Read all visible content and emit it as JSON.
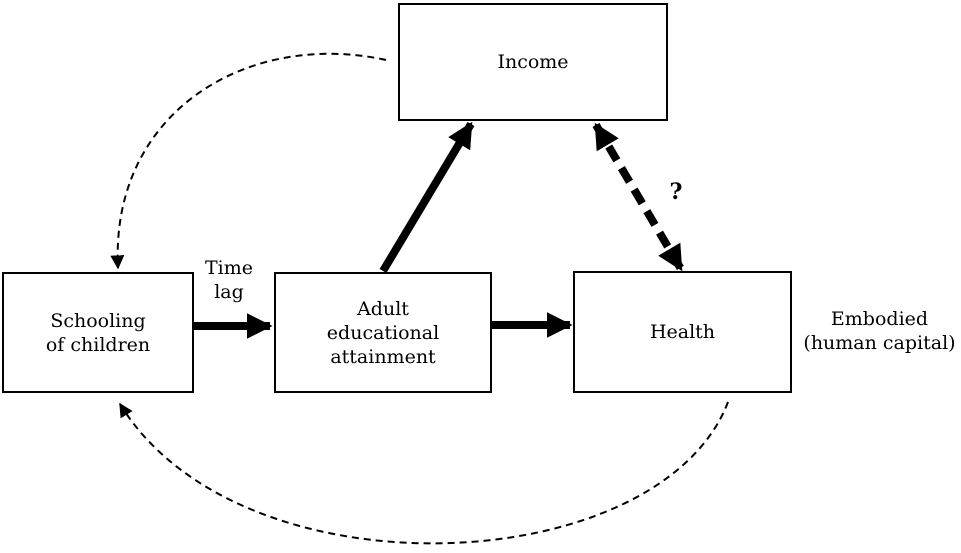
{
  "nodes": {
    "income": {
      "label": "Income"
    },
    "schooling": {
      "label": "Schooling\nof children"
    },
    "adult": {
      "label": "Adult\neducational\nattainment"
    },
    "health": {
      "label": "Health"
    }
  },
  "annotations": {
    "time_lag": "Time\nlag",
    "question": "?",
    "embodied": "Embodied\n(human capital)"
  },
  "colors": {
    "stroke": "#000000",
    "background": "#ffffff"
  }
}
